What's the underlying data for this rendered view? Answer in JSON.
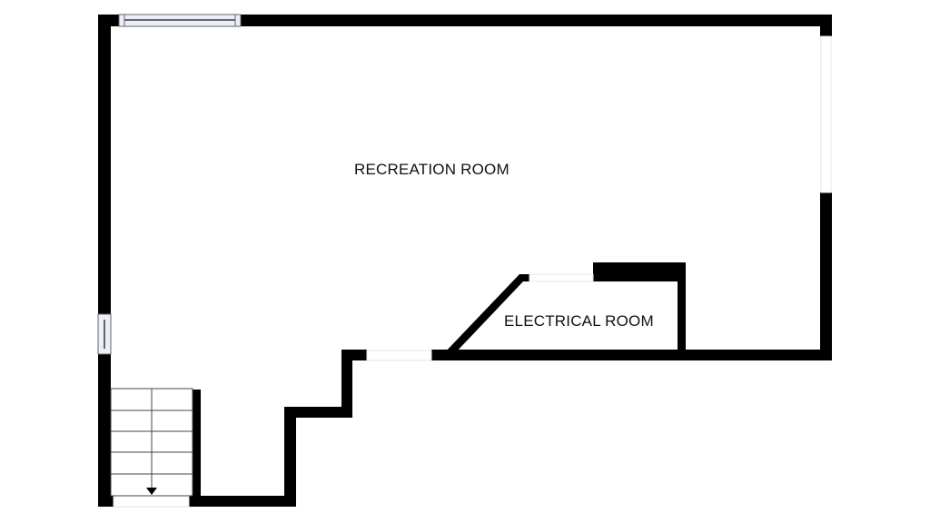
{
  "rooms": [
    {
      "name": "RECREATION ROOM"
    },
    {
      "name": "ELECTRICAL ROOM"
    }
  ],
  "colors": {
    "wall": "#000000",
    "window_fill": "#eceefa",
    "window_stroke": "#666666",
    "background": "#ffffff"
  },
  "stairs": {
    "treads": 5,
    "direction": "down"
  }
}
